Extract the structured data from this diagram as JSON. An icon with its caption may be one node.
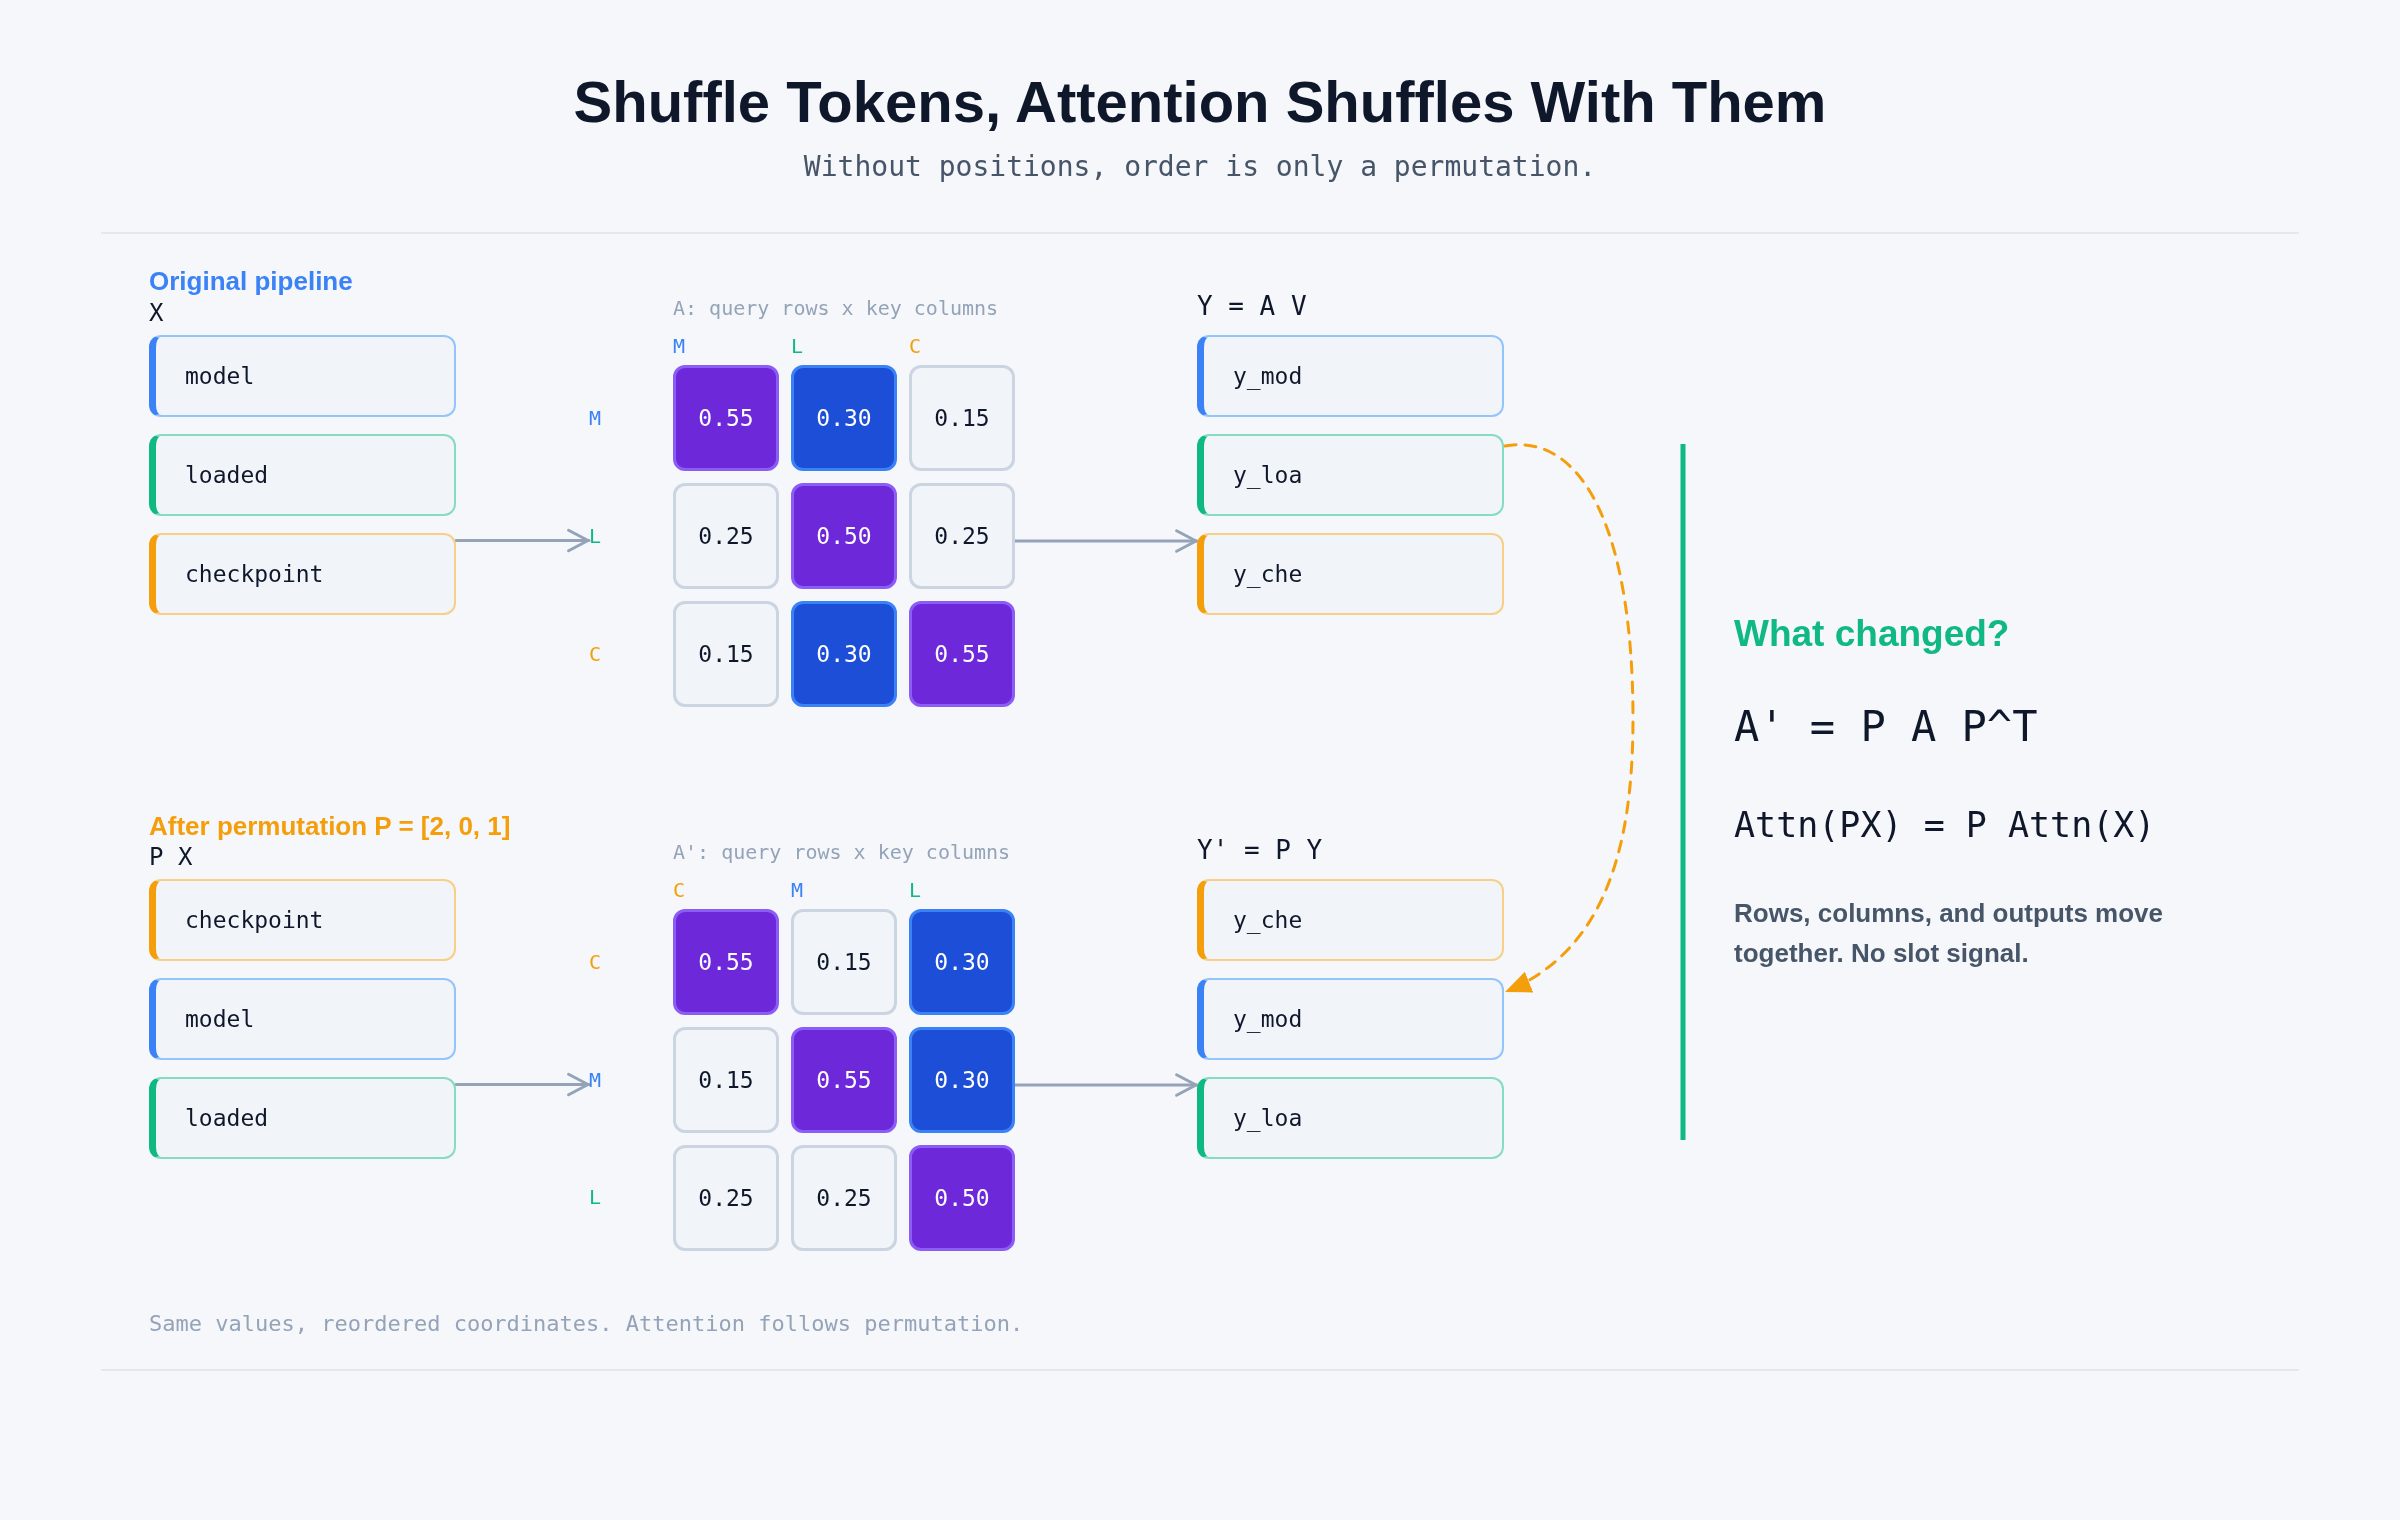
{
  "diagram": {
    "title": "Shuffle Tokens, Attention Shuffles With Them",
    "caption": "Same values, reordered coordinates. Attention follows permutation.",
    "nodes": [
      {
        "text": [
          "model"
        ]
      },
      {
        "text": [
          "loaded"
        ]
      },
      {
        "text": [
          "checkpoint"
        ]
      },
      {
        "text": [
          "L"
        ]
      },
      {
        "text": [
          "0.55"
        ]
      },
      {
        "text": [
          "0.30"
        ]
      },
      {
        "text": [
          "0.15"
        ]
      },
      {
        "text": [
          "0.25"
        ]
      },
      {
        "text": [
          "0.50"
        ]
      },
      {
        "text": [
          "0.25"
        ]
      },
      {
        "text": [
          "0.15"
        ]
      },
      {
        "text": [
          "0.30"
        ]
      },
      {
        "text": [
          "0.55"
        ]
      },
      {
        "text": [
          "y_mod"
        ]
      },
      {
        "text": [
          "y_loa"
        ]
      },
      {
        "text": [
          "y_che"
        ]
      },
      {
        "text": [
          "checkpoint"
        ]
      },
      {
        "text": [
          "model"
        ]
      },
      {
        "text": [
          "loaded"
        ]
      },
      {
        "text": [
          "M"
        ]
      },
      {
        "text": [
          "0.55"
        ]
      },
      {
        "text": [
          "0.15"
        ]
      },
      {
        "text": [
          "0.30"
        ]
      },
      {
        "text": [
          "0.15"
        ]
      },
      {
        "text": [
          "0.55"
        ]
      },
      {
        "text": [
          "0.30"
        ]
      },
      {
        "text": [
          "0.25"
        ]
      },
      {
        "text": [
          "0.25"
        ]
      },
      {
        "text": [
          "0.50"
        ]
      },
      {
        "text": [
          "y_che"
        ]
      },
      {
        "text": [
          "y_mod"
        ]
      },
      {
        "text": [
          "y_loa"
        ]
      }
    ],
    "edges": [
      {
        "from": 2,
        "to": 3,
        "arrow": "to"
      },
      {
        "from": 9,
        "to": 15,
        "arrow": "to"
      },
      {
        "from": 14,
        "to": 30,
        "arrow": "to",
        "style": "dashed",
        "color": "#f59e0b"
      },
      {
        "from": 18,
        "to": 19,
        "arrow": "to"
      },
      {
        "from": 25,
        "to": 31,
        "arrow": "to"
      }
    ],
    "labels": [
      "Without positions, order is only a permutation.",
      "Original pipeline",
      "X",
      "A: query rows x key columns",
      "Y = A V",
      "M",
      "L",
      "C",
      "M",
      "C",
      "What changed?",
      "A' = P A P^T",
      "Attn(PX) = P Attn(X)",
      "Rows, columns, and outputs move together. No slot signal.",
      "After permutation P = [2, 0, 1]",
      "P X",
      "A': query rows x key columns",
      "Y' = P Y",
      "C",
      "M",
      "L",
      "C",
      "L"
    ]
  }
}
